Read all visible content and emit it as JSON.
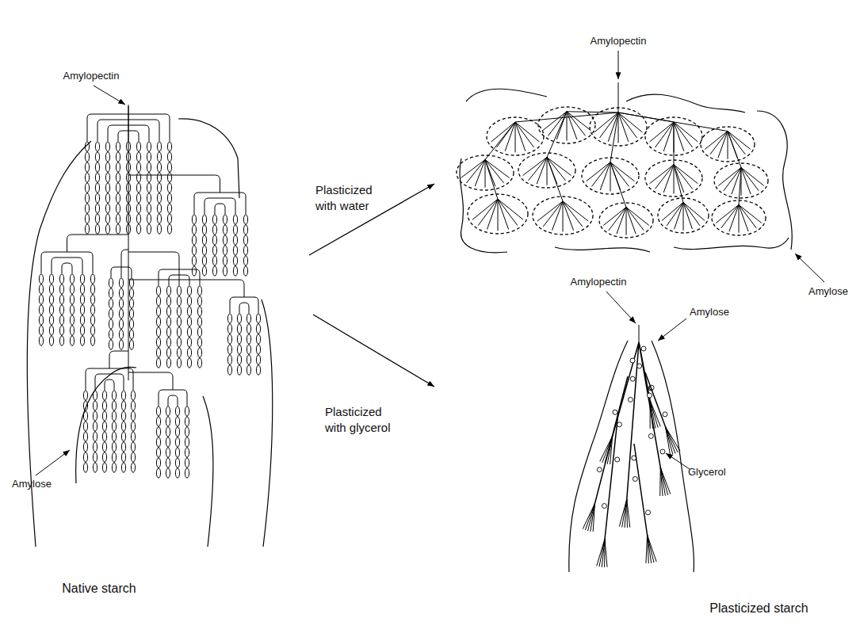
{
  "diagram": {
    "labels": [
      "Amylopectin",
      "Plasticized with water",
      "Amylopectin",
      "Amylose",
      "Plasticized with glycerol",
      "Amylopectin",
      "Amylose",
      "Glycerol",
      "Amylose",
      "Native starch",
      "Plasticized starch"
    ]
  }
}
